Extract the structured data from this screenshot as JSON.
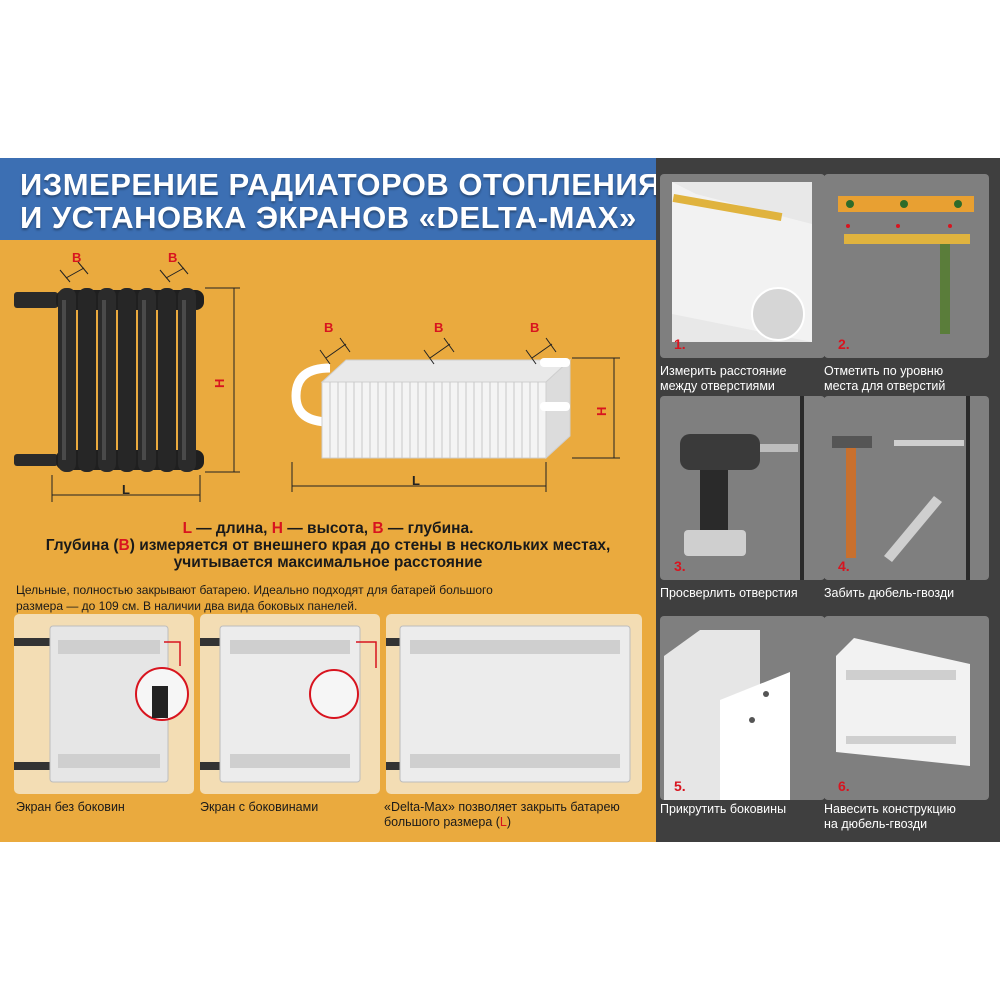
{
  "title": {
    "line1": "ИЗМЕРЕНИЕ РАДИАТОРОВ ОТОПЛЕНИЯ",
    "line2": "И УСТАНОВКА ЭКРАНОВ «DELTA-MAX»"
  },
  "diagram_labels": {
    "depth": "B",
    "height": "H",
    "length": "L"
  },
  "legend": {
    "l_letter": "L",
    "l_text": " — длина, ",
    "h_letter": "H",
    "h_text": " — высота, ",
    "b_letter": "B",
    "b_text": " — глубина.",
    "depth_prefix": "Глубина (",
    "depth_letter": "B",
    "depth_suffix": ") измеряется от внешнего края до стены в нескольких местах,",
    "line3": "учитывается максимальное расстояние"
  },
  "intro": {
    "line1": "Цельные, полностью закрывают батарею. Идеально подходят для батарей большого",
    "line2": "размера — до 109 см. В наличии два вида боковых панелей."
  },
  "cards": [
    {
      "caption": "Экран без боковин"
    },
    {
      "caption": "Экран с боковинами"
    },
    {
      "caption_line1": "«Delta-Max» позволяет закрыть батарею",
      "caption_line2_prefix": "большого размера (",
      "caption_letter": "L",
      "caption_line2_suffix": ")"
    }
  ],
  "steps": [
    {
      "number": "1.",
      "caption_line1": "Измерить расстояние",
      "caption_line2": "между отверстиями"
    },
    {
      "number": "2.",
      "caption_line1": "Отметить по уровню",
      "caption_line2": "места для отверстий"
    },
    {
      "number": "3.",
      "caption_line1": "Просверлить отверстия",
      "caption_line2": ""
    },
    {
      "number": "4.",
      "caption_line1": "Забить дюбель-гвозди",
      "caption_line2": ""
    },
    {
      "number": "5.",
      "caption_line1": "Прикрутить боковины",
      "caption_line2": ""
    },
    {
      "number": "6.",
      "caption_line1": "Навесить конструкцию",
      "caption_line2": "на дюбель-гвозди"
    }
  ],
  "colors": {
    "background": "#eaaa3e",
    "title_band": "#3c6fb3",
    "steps_panel": "#3f3f3f",
    "accent_red": "#d8141f",
    "card": "#f3ddb4"
  }
}
